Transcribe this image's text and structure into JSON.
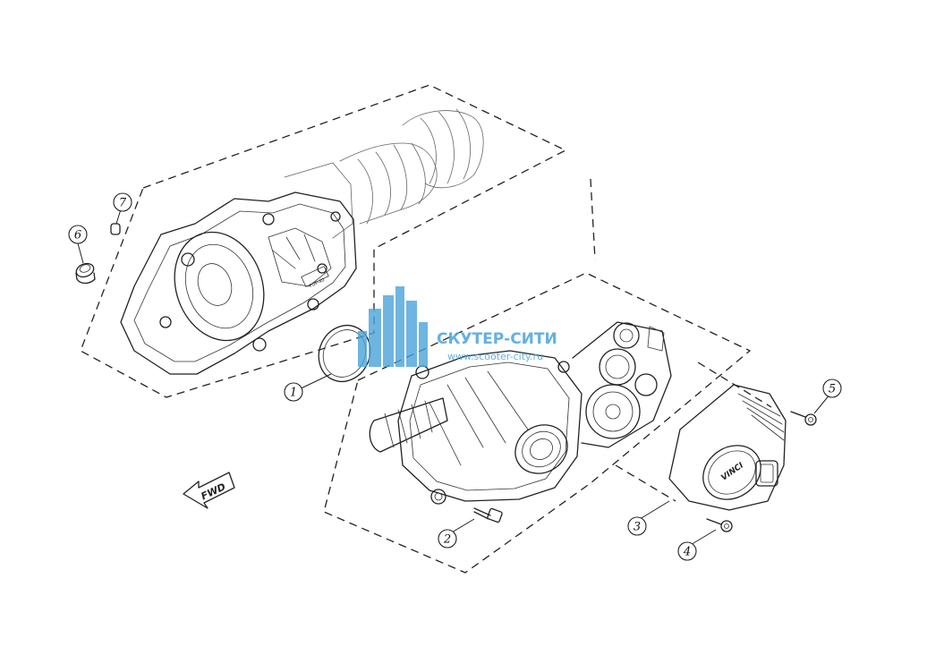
{
  "callouts": [
    {
      "id": "callout-1",
      "label": "1"
    },
    {
      "id": "callout-2",
      "label": "2"
    },
    {
      "id": "callout-3",
      "label": "3"
    },
    {
      "id": "callout-4",
      "label": "4"
    },
    {
      "id": "callout-5",
      "label": "5"
    },
    {
      "id": "callout-6",
      "label": "6"
    },
    {
      "id": "callout-7",
      "label": "7"
    }
  ],
  "direction_marker": {
    "label": "FWD"
  },
  "cover_logo": {
    "text": "VINCI"
  },
  "watermark": {
    "brand": "СКУТЕР-СИТИ",
    "url": "www.scooter-city.ru",
    "color": "#4aa3dc"
  }
}
